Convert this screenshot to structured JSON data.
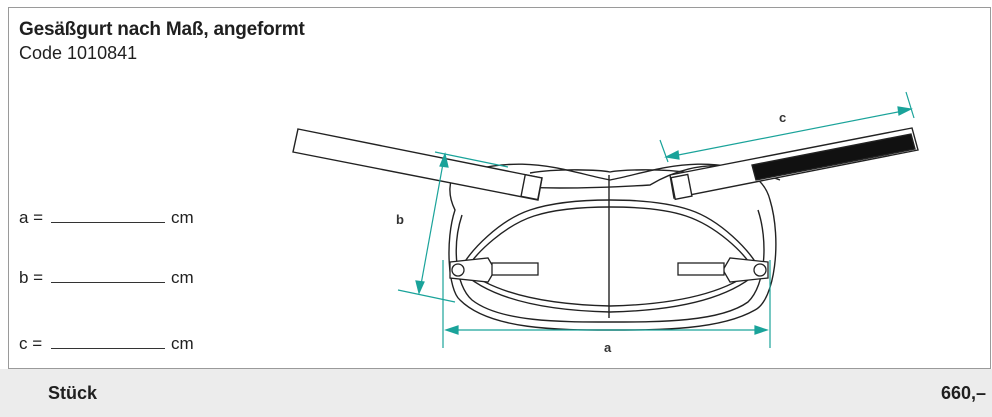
{
  "product": {
    "title": "Gesäßgurt nach Maß, angeformt",
    "code": "Code 1010841"
  },
  "measurements": [
    {
      "label": "a =",
      "unit": "cm"
    },
    {
      "label": "b =",
      "unit": "cm"
    },
    {
      "label": "c =",
      "unit": "cm"
    }
  ],
  "diagram": {
    "label_a": "a",
    "label_b": "b",
    "label_c": "c",
    "dimension_color": "#1aa39a"
  },
  "footer": {
    "item": "Stück",
    "price": "660,–"
  }
}
